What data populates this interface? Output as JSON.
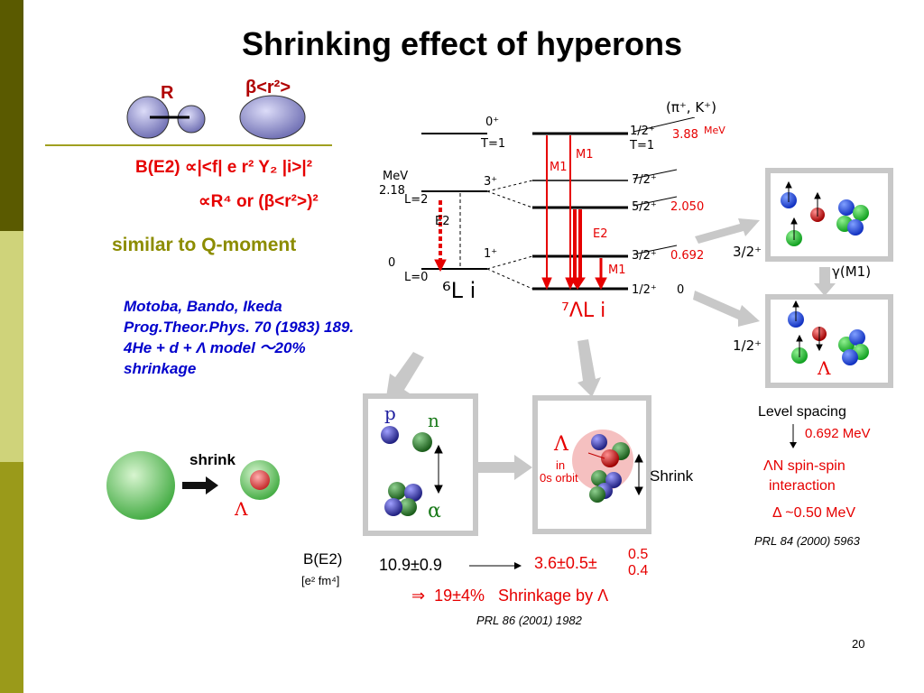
{
  "title": "Shrinking effect of hyperons",
  "page_number": "20",
  "left_panel": {
    "label_r": "R",
    "label_beta_r2": "β<r²>",
    "formula1": "B(E2) ∝|<f| e r² Y₂ |i>|²",
    "formula2": "∝R⁴  or  (β<r²>)²",
    "similar": "similar to Q-moment",
    "ref_lines": [
      "Motoba, Bando, Ikeda",
      "Prog.Theor.Phys. 70 (1983) 189.",
      "4He + d + Λ  model ～20%",
      "shrinkage"
    ],
    "shrink_label": "shrink",
    "lambda": "Λ"
  },
  "level_scheme": {
    "reaction": "(π⁺, K⁺)",
    "li6": {
      "nucleus": "⁶L i",
      "mev": "MeV",
      "e_218": "2.18",
      "zero": "0",
      "spins": [
        "0⁺",
        "T=1",
        "3⁺",
        "L=2",
        "1⁺",
        "L=0"
      ],
      "e2": "E2"
    },
    "li7": {
      "nucleus": "⁷ΛL i",
      "spins": [
        "1/2⁺",
        "T=1",
        "7/2⁺",
        "5/2⁺",
        "3/2⁺",
        "1/2⁺"
      ],
      "energies": [
        "3.88",
        "MeV",
        "2.050",
        "0.692",
        "0"
      ],
      "transitions": [
        "M1",
        "M1",
        "E2",
        "M1"
      ]
    }
  },
  "clusters": {
    "p": "p",
    "n": "n",
    "alpha": "α",
    "lambda": "Λ",
    "in": "in",
    "orbit": "0s orbit",
    "shrink": "Shrink"
  },
  "be2": {
    "label": "B(E2)",
    "unit": "[e² fm⁴]",
    "before": "10.9±0.9",
    "after": "3.6±0.5±",
    "err_up": "0.5",
    "err_down": "0.4",
    "result": "⇒  19±4%   Shrinkage by Λ",
    "ref": "PRL 86 (2001) 1982"
  },
  "right_panel": {
    "spin_upper": "3/2⁺",
    "gamma": "γ(M1)",
    "spin_lower": "1/2⁺",
    "lambda": "Λ",
    "spacing_title": "Level spacing",
    "spacing_value": "0.692 MeV",
    "spin_spin": "ΛN spin-spin",
    "interaction": "interaction",
    "delta": "Δ ~0.50 MeV",
    "ref": "PRL 84 (2000) 5963"
  },
  "colors": {
    "sidebar_dark": "#5a5a00",
    "sidebar_light": "#cfd37a",
    "sidebar_mid": "#9a9a1a",
    "accent_red": "#e60000",
    "accent_blue": "#0000cc",
    "olive_text": "#8c8c00"
  }
}
